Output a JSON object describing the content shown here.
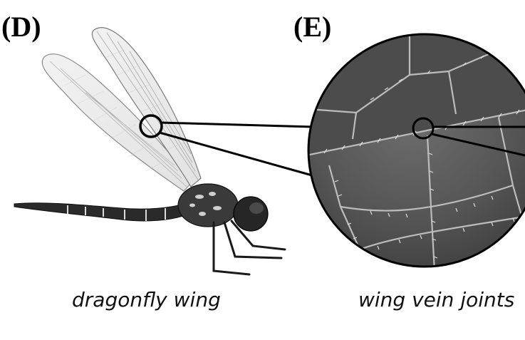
{
  "panels": [
    {
      "label": "(D)",
      "caption": "dragonfly wing"
    },
    {
      "label": "(E)",
      "caption": "wing vein joints"
    }
  ],
  "colors": {
    "background": "#ffffff",
    "ink": "#000000",
    "micrograph_dark": "#4a4a4a",
    "micrograph_mid": "#6b6b6b",
    "vein_highlight": "#bdbdbd"
  }
}
